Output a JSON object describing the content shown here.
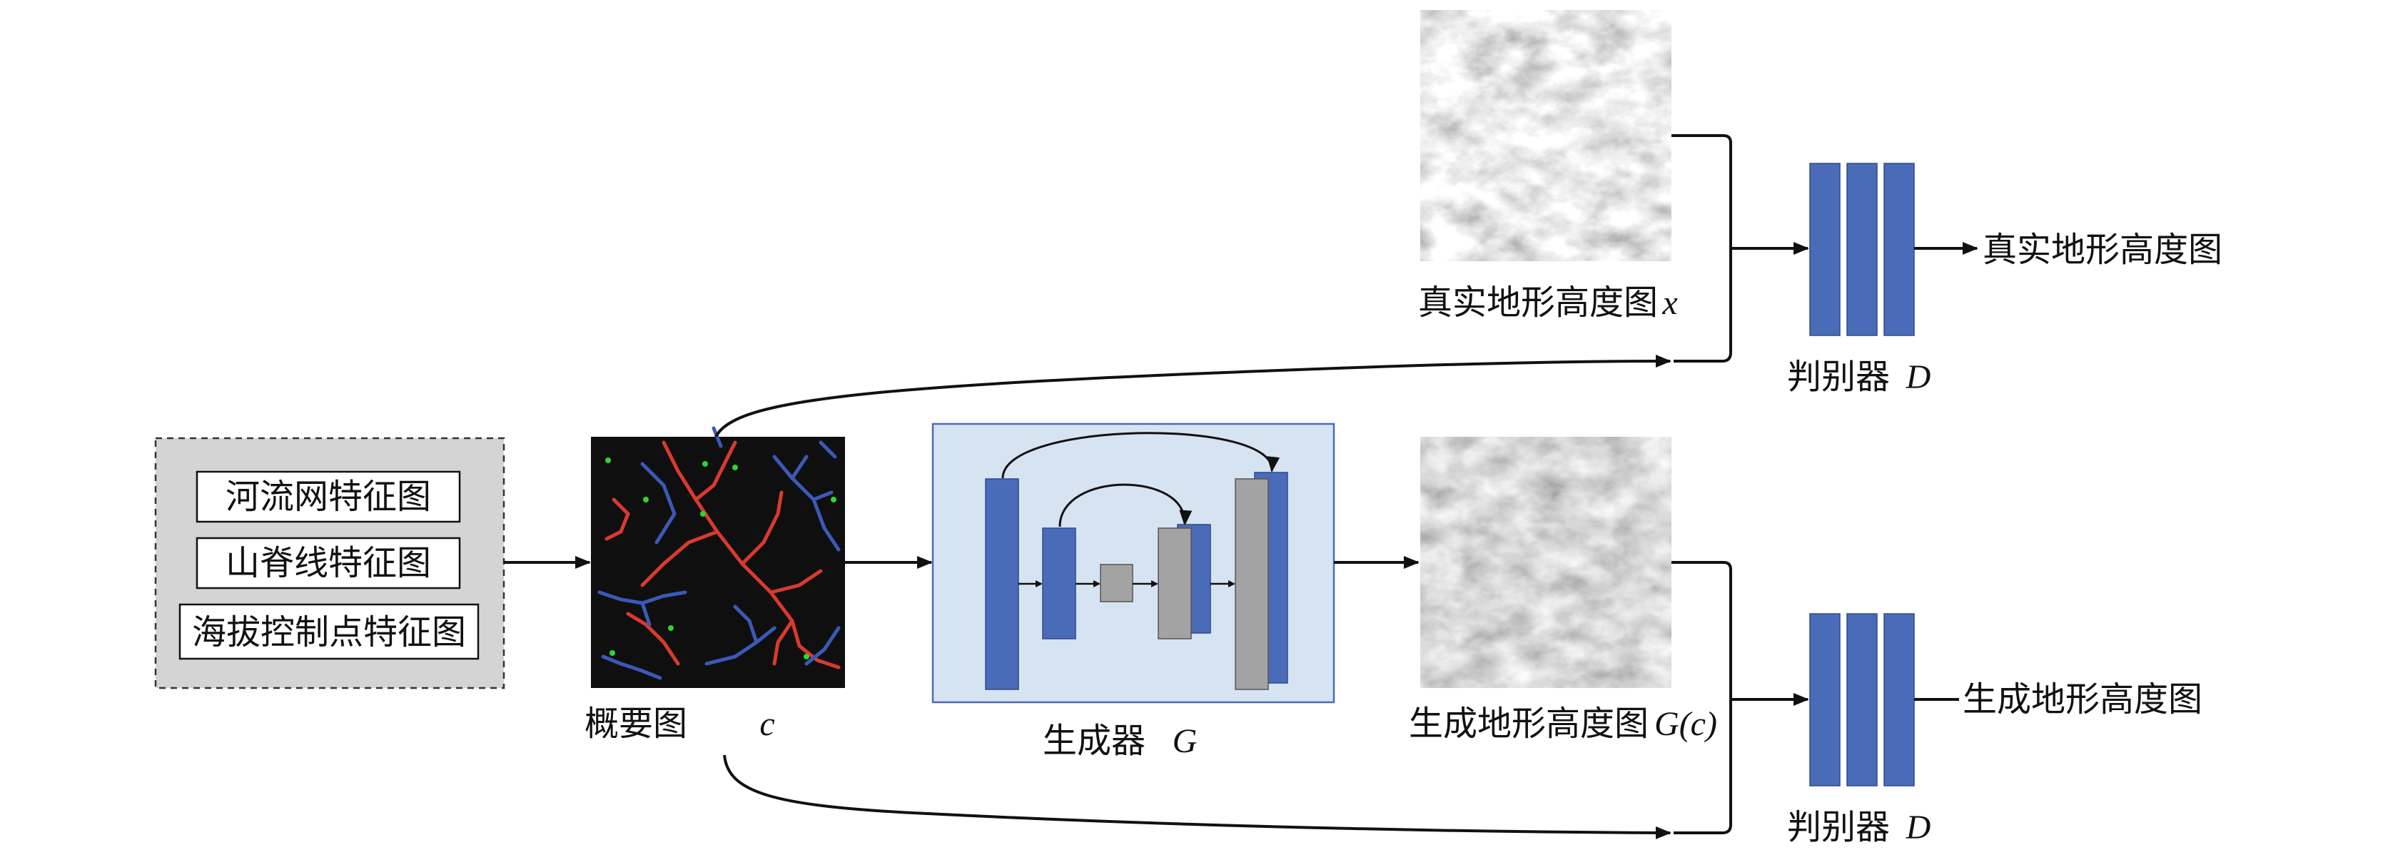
{
  "feature_maps": [
    "河流网特征图",
    "山脊线特征图",
    "海拔控制点特征图"
  ],
  "sketch_label": "概要图",
  "sketch_var": "c",
  "generator_label": "生成器",
  "generator_var": "G",
  "real_label": "真实地形高度图",
  "real_var": "x",
  "generated_label": "生成地形高度图",
  "generated_var": "G(c)",
  "discriminator_label": "判别器",
  "discriminator_var": "D",
  "output_real": "真实地形高度图",
  "output_generated": "生成地形高度图",
  "colors": {
    "block_blue": "#4a6cb8",
    "block_gray": "#a3a3a3",
    "generator_bg": "#d6e4f2",
    "generator_border": "#4a6cb8",
    "features_bg": "#d4d4d4",
    "sketch_bg": "#0f0f0f",
    "river_red": "#d93a2e",
    "river_blue": "#3b59b7",
    "control_green": "#2ed62e"
  }
}
